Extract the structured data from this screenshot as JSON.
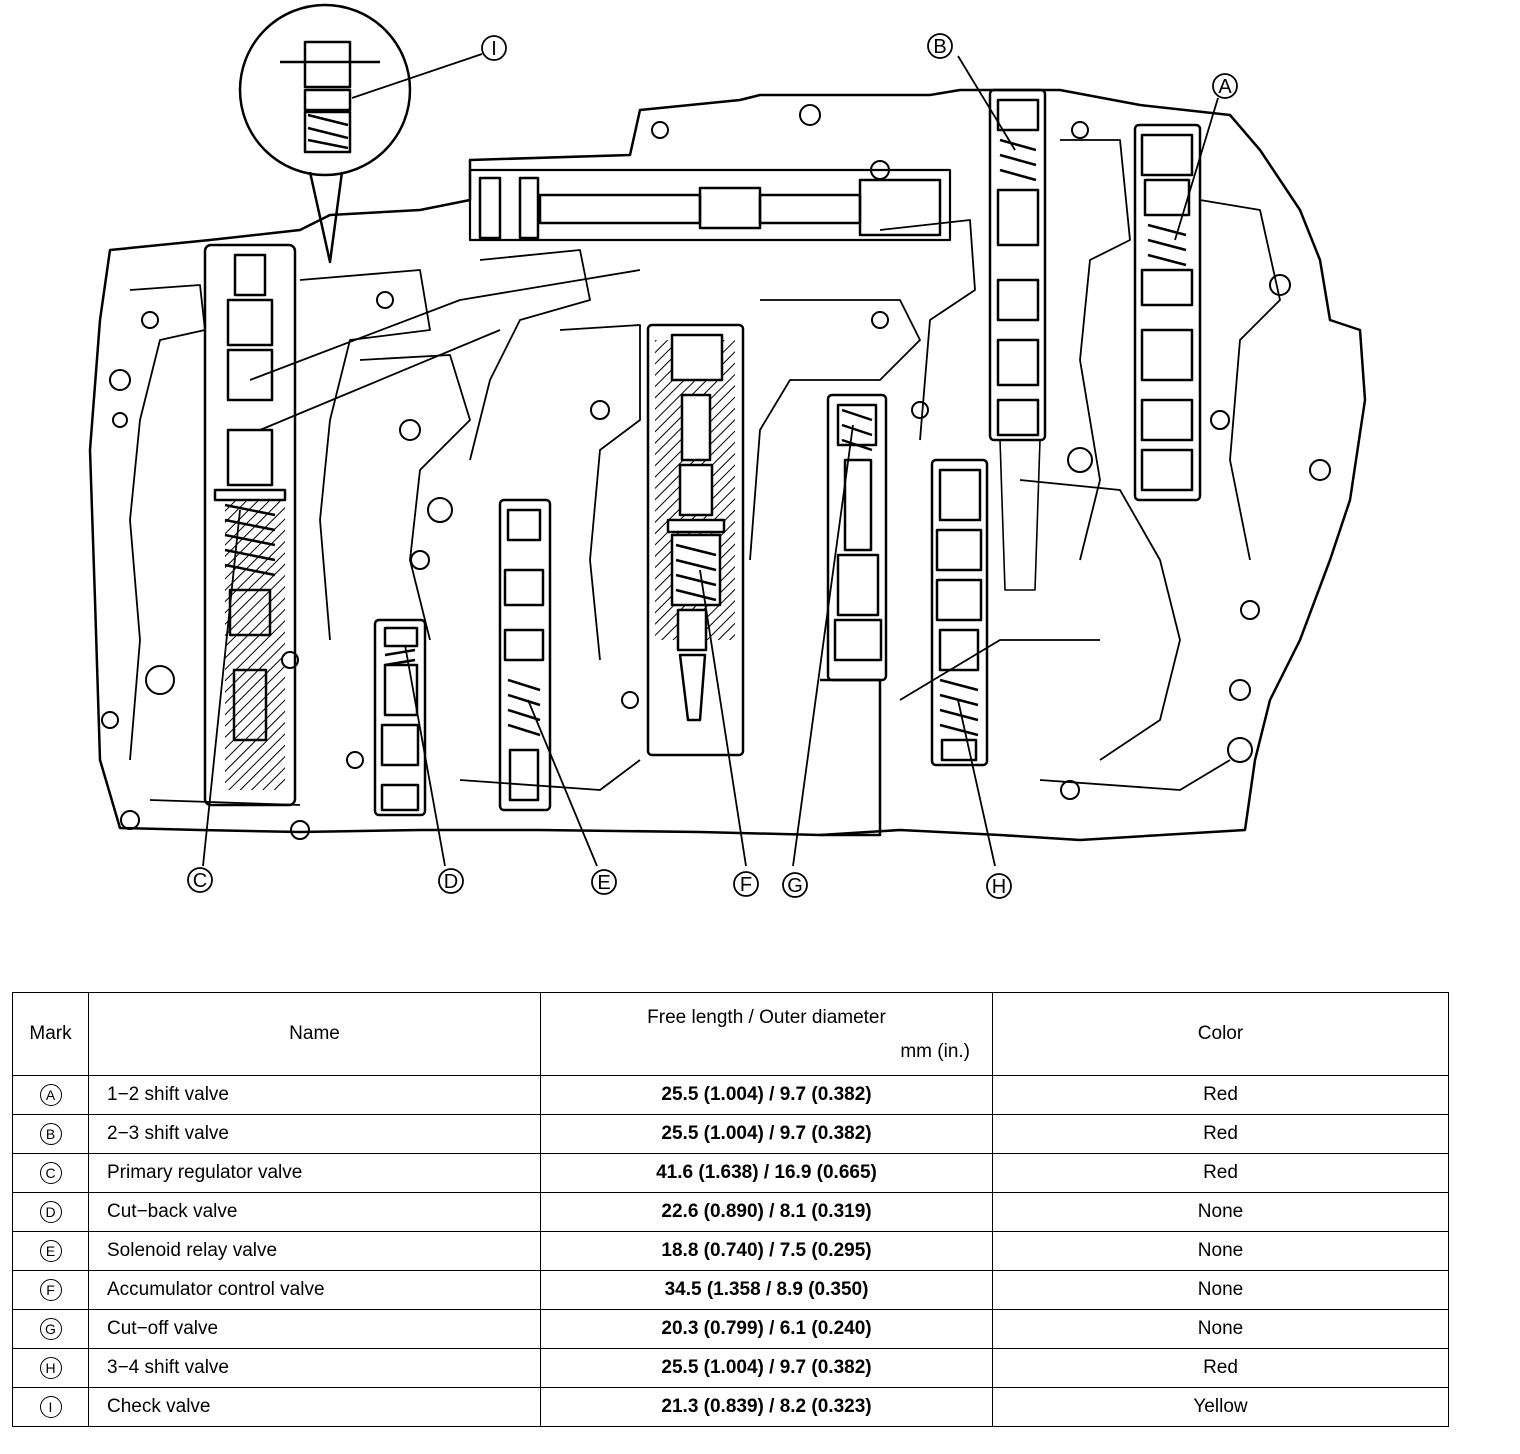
{
  "callouts": {
    "A": "A",
    "B": "B",
    "C": "C",
    "D": "D",
    "E": "E",
    "F": "F",
    "G": "G",
    "H": "H",
    "I": "I"
  },
  "table": {
    "headers": {
      "mark": "Mark",
      "name": "Name",
      "free_length_line1": "Free length / Outer diameter",
      "free_length_line2": "mm (in.)",
      "color": "Color"
    },
    "rows": [
      {
        "mark": "A",
        "name": "1−2 shift valve",
        "value": "25.5 (1.004) / 9.7 (0.382)",
        "color": "Red"
      },
      {
        "mark": "B",
        "name": "2−3 shift valve",
        "value": "25.5 (1.004) / 9.7 (0.382)",
        "color": "Red"
      },
      {
        "mark": "C",
        "name": "Primary regulator valve",
        "value": "41.6 (1.638) / 16.9 (0.665)",
        "color": "Red"
      },
      {
        "mark": "D",
        "name": "Cut−back valve",
        "value": "22.6 (0.890) / 8.1 (0.319)",
        "color": "None"
      },
      {
        "mark": "E",
        "name": "Solenoid relay valve",
        "value": "18.8 (0.740) / 7.5 (0.295)",
        "color": "None"
      },
      {
        "mark": "F",
        "name": "Accumulator control valve",
        "value": "34.5 (1.358 / 8.9 (0.350)",
        "color": "None"
      },
      {
        "mark": "G",
        "name": "Cut−off valve",
        "value": "20.3 (0.799) / 6.1 (0.240)",
        "color": "None"
      },
      {
        "mark": "H",
        "name": "3−4 shift valve",
        "value": "25.5 (1.004) / 9.7 (0.382)",
        "color": "Red"
      },
      {
        "mark": "I",
        "name": "Check valve",
        "value": "21.3 (0.839) / 8.2 (0.323)",
        "color": "Yellow"
      }
    ]
  }
}
